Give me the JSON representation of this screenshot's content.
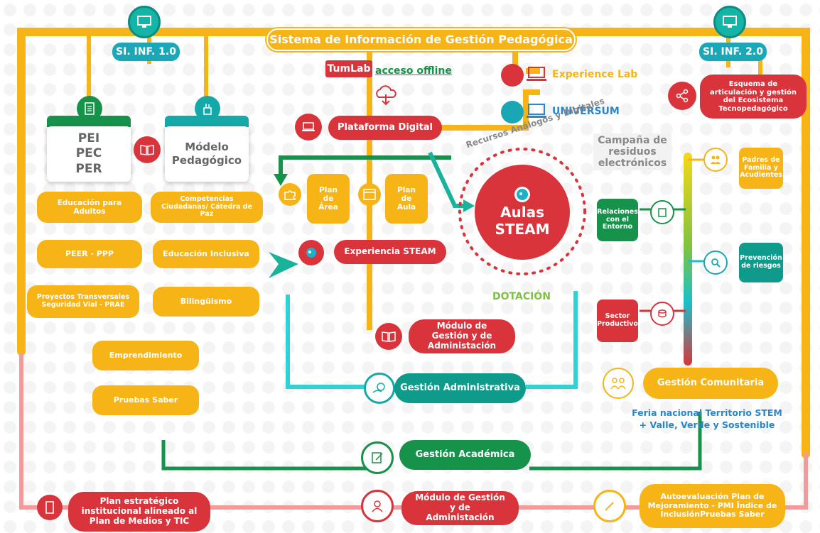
{
  "title": "Sistema de Información de Gestión Pedagógica",
  "si_left": "SI. INF. 1.0",
  "si_right": "SI. INF. 2.0",
  "tumlab": "TumLab",
  "offline": "acceso offline",
  "experience_lab": "Experience Lab",
  "universum": "UNIVERSUM",
  "plataforma": "Plataforma Digital",
  "pei_card": {
    "line1": "PEI",
    "line2": "PEC",
    "line3": "PER"
  },
  "modelo_card": {
    "line1": "Módelo",
    "line2": "Pedagógico"
  },
  "left_items": {
    "educacion_adultos": "Educación para Adultos",
    "peer": "PEER - PPP",
    "proyectos": "Proyectos Transversales Seguridad Vial - PRAE",
    "competencias": "Competencias Ciudadanas/ Cátedra de Paz",
    "inclusiva": "Educación Inclusiva",
    "bilinguismo": "Bilingüismo",
    "emprendimiento": "Emprendimiento",
    "pruebas": "Pruebas Saber"
  },
  "plan_area": "Plan de Área",
  "plan_aula": "Plan de Aula",
  "experiencia": "Experiencia STEAM",
  "recursos": "Recursos Análogos y Digitales",
  "aulas": {
    "line1": "Aulas",
    "line2": "STEAM"
  },
  "dotacion": "DOTACIÓN",
  "modulo1": "Módulo de Gestión y de Administación",
  "gestion_admin": "Gestión Administrativa",
  "gestion_academica": "Gestión Académica",
  "plan_estrategico": "Plan estratégico institucional alineado al Plan de Medios y TIC",
  "modulo2": "Módulo de Gestión y de Administación",
  "autoevaluacion": "Autoevaluación Plan de Mejoramiento - PMI Índice de InclusiónPruebas Saber",
  "esquema": "Esquema de articulación y gestión del Ecosistema Tecnopedagógico",
  "campana": "Campaña de residuos electrónicos",
  "relaciones": "Relaciones con el Entorno",
  "padres": "Padres de Familia y Acudientes",
  "prevencion": "Prevención de riesgos",
  "sector": "Sector Productivo",
  "gestion_comunitaria": "Gestión Comunitaria",
  "feria": {
    "line1": "Feria nacional Territorio STEM",
    "line2": "+ Valle, Verde y Sostenible"
  },
  "colors": {
    "orange": "#f6b417",
    "red": "#d9343b",
    "green": "#16924b",
    "teal": "#0e9b8c",
    "cyan": "#2fd3d3",
    "pink": "#f49a9a"
  },
  "icons": [
    "monitor-icon",
    "document-icon",
    "pencil-cup-icon",
    "book-icon",
    "cloud-download-icon",
    "laptop-icon",
    "puzzle-icon",
    "browser-icon",
    "robot-icon",
    "share-icon",
    "people-icon",
    "building-icon",
    "magnifier-icon",
    "coins-icon",
    "money-hand-icon",
    "edit-icon",
    "user-icon"
  ]
}
